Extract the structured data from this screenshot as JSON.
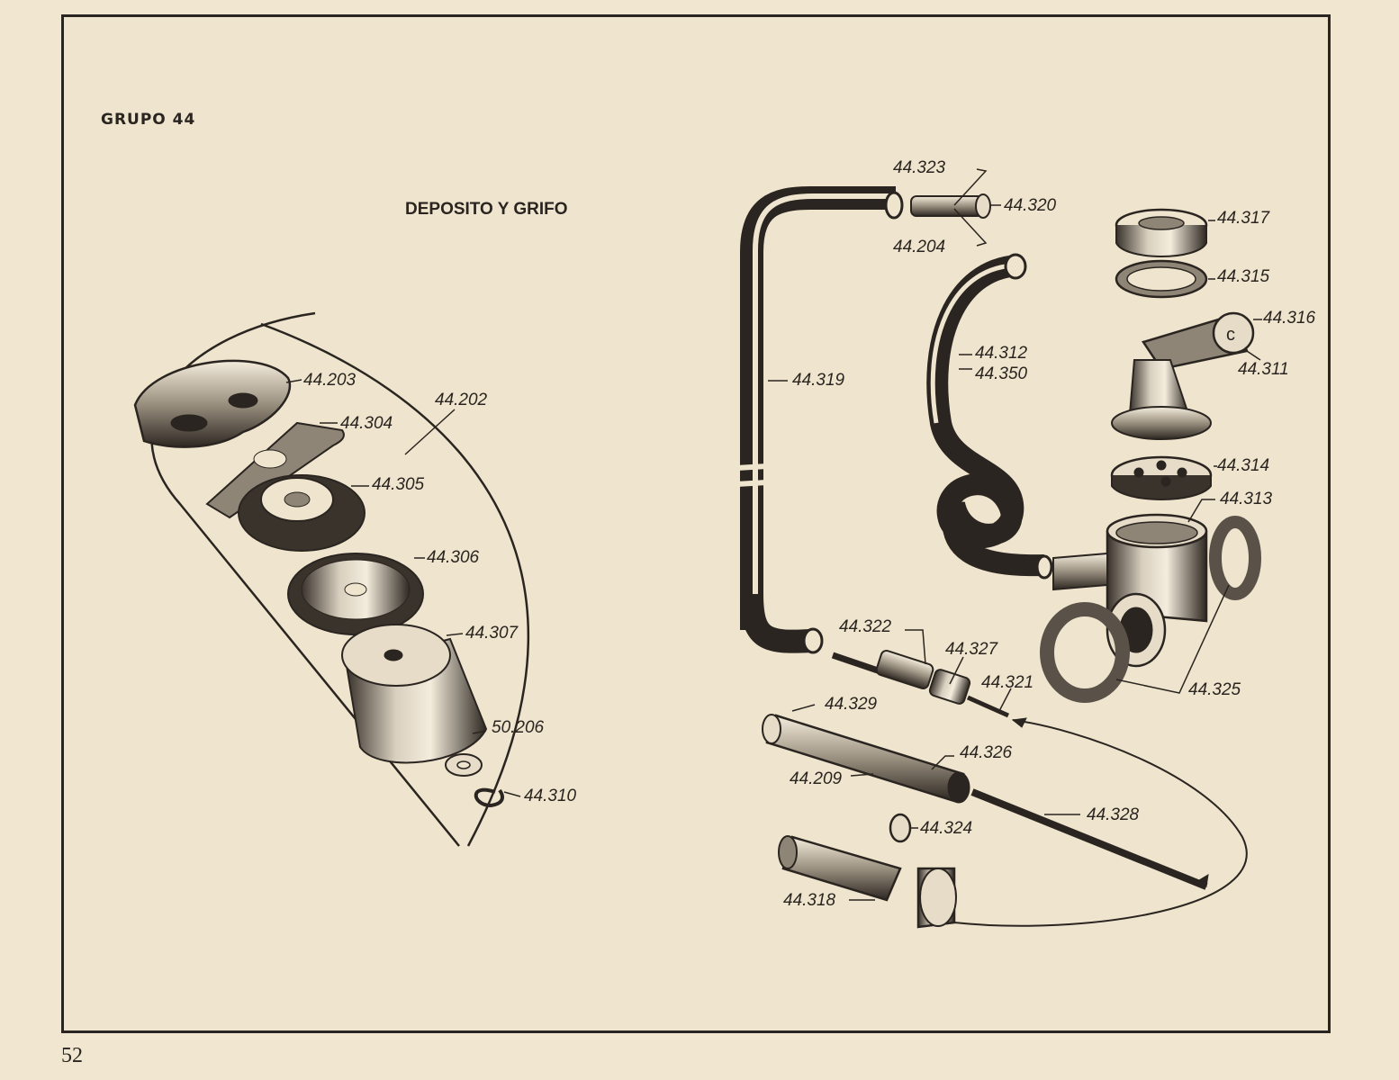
{
  "page": {
    "group_title": "GRUPO 44",
    "section_title": "DEPOSITO Y GRIFO",
    "page_number": "52"
  },
  "parts": {
    "p44_203": "44.203",
    "p44_202": "44.202",
    "p44_304": "44.304",
    "p44_305": "44.305",
    "p44_306": "44.306",
    "p44_307": "44.307",
    "p50_206": "50.206",
    "p44_310": "44.310",
    "p44_323": "44.323",
    "p44_320": "44.320",
    "p44_204": "44.204",
    "p44_319": "44.319",
    "p44_312": "44.312",
    "p44_350": "44.350",
    "p44_317": "44.317",
    "p44_315": "44.315",
    "p44_316": "44.316",
    "p44_311": "44.311",
    "p44_314": "44.314",
    "p44_313": "44.313",
    "p44_325": "44.325",
    "p44_322": "44.322",
    "p44_327": "44.327",
    "p44_321": "44.321",
    "p44_329": "44.329",
    "p44_326": "44.326",
    "p44_209": "44.209",
    "p44_328": "44.328",
    "p44_324": "44.324",
    "p44_318": "44.318"
  },
  "colors": {
    "paper": "#f1e6d0",
    "ink": "#2a2520"
  }
}
